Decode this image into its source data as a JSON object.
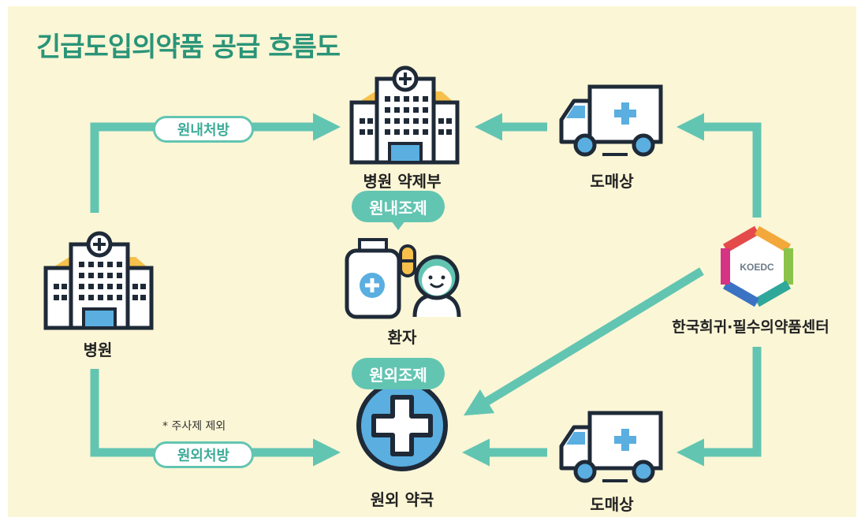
{
  "title": "긴급도입의약품 공급 흐름도",
  "nodes": {
    "hospital": "병원",
    "hospital_pharmacy": "병원 약제부",
    "patient": "환자",
    "outside_pharmacy": "원외 약국",
    "wholesaler_top": "도매상",
    "wholesaler_bottom": "도매상",
    "center": "한국희귀·필수의약품센터"
  },
  "flows": {
    "inhouse_prescription": "원내처방",
    "outside_prescription": "원외처방",
    "inhouse_dispensing": "원내조제",
    "outside_dispensing": "원외조제"
  },
  "note": "* 주사제 제외",
  "logo_text": "KOEDC",
  "colors": {
    "accent": "#62c5b2",
    "title": "#2a9478",
    "background": "#fbf6d6",
    "cross_blue": "#3b8fd0"
  }
}
